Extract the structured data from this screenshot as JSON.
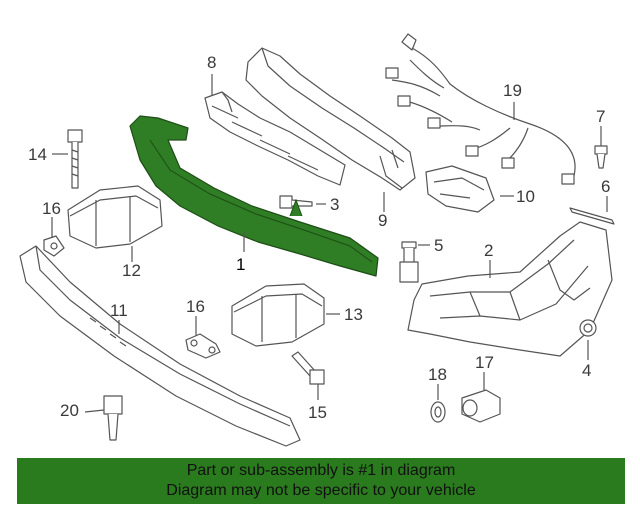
{
  "callouts": {
    "c1": "1",
    "c2": "2",
    "c3": "3",
    "c4": "4",
    "c5": "5",
    "c6": "6",
    "c7": "7",
    "c8": "8",
    "c9": "9",
    "c10": "10",
    "c11": "11",
    "c12": "12",
    "c13": "13",
    "c14": "14",
    "c15": "15",
    "c16a": "16",
    "c16b": "16",
    "c17": "17",
    "c18": "18",
    "c19": "19",
    "c20": "20"
  },
  "banner": {
    "line1": "Part or sub-assembly is #1 in diagram",
    "line2": "Diagram may not be specific to your vehicle"
  },
  "colors": {
    "highlight_part": "#2f7d24",
    "banner_bg": "#2a7a1e",
    "line_art": "#555555"
  }
}
